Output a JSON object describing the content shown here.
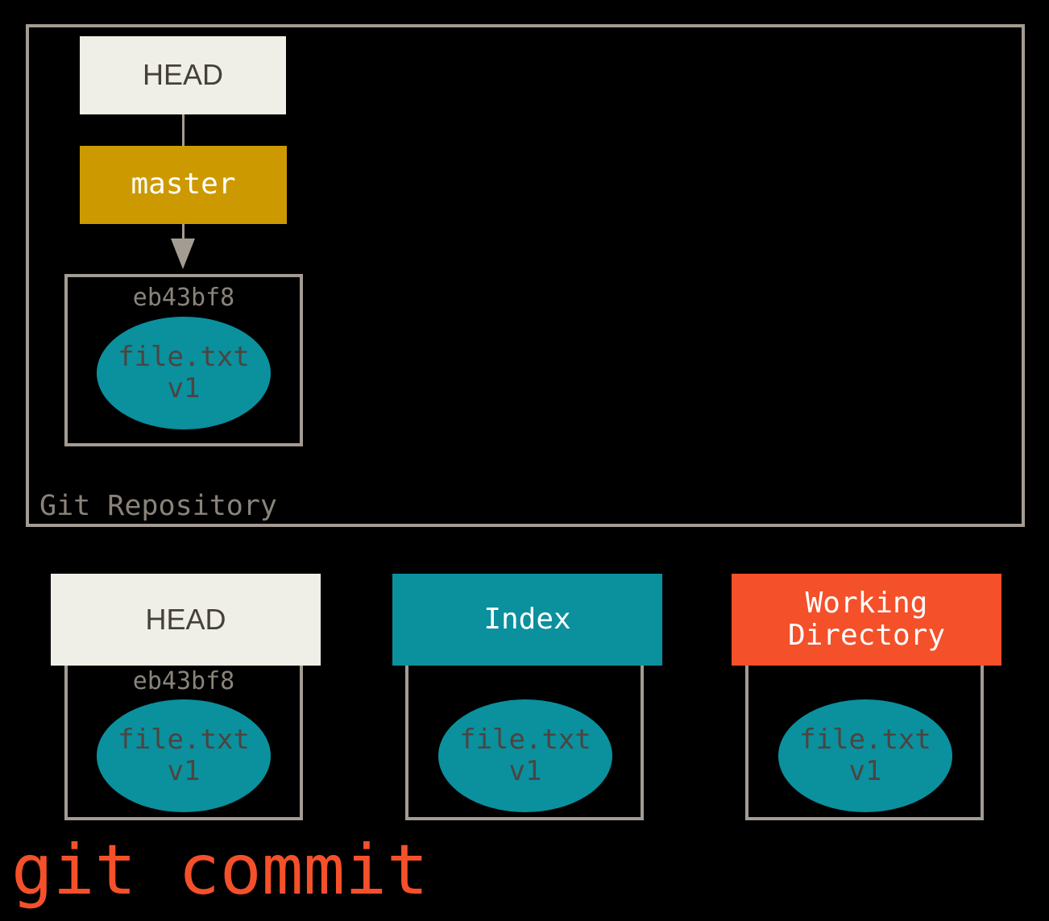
{
  "diagram": {
    "caption": "git commit",
    "repository": {
      "label": "Git Repository",
      "head": {
        "label": "HEAD"
      },
      "branch": {
        "label": "master"
      },
      "commit": {
        "hash": "eb43bf8",
        "blob": {
          "filename": "file.txt",
          "version": "v1"
        }
      }
    },
    "columns": [
      {
        "key": "head",
        "label": "HEAD",
        "hash": "eb43bf8",
        "blob": {
          "filename": "file.txt",
          "version": "v1"
        }
      },
      {
        "key": "index",
        "label": "Index",
        "hash": "",
        "blob": {
          "filename": "file.txt",
          "version": "v1"
        }
      },
      {
        "key": "working-directory",
        "label": "Working\nDirectory",
        "hash": "",
        "blob": {
          "filename": "file.txt",
          "version": "v1"
        }
      }
    ]
  },
  "colors": {
    "background": "#000000",
    "frame": "#a39c93",
    "head_fill": "#efefe7",
    "head_text": "#46403c",
    "branch_fill": "#cc9a00",
    "blob_fill": "#0b909e",
    "blob_text": "#4c443f",
    "index_fill": "#0b909e",
    "workdir_fill": "#f4502a",
    "caption_text": "#f4502a",
    "muted_text": "#8a837a"
  }
}
